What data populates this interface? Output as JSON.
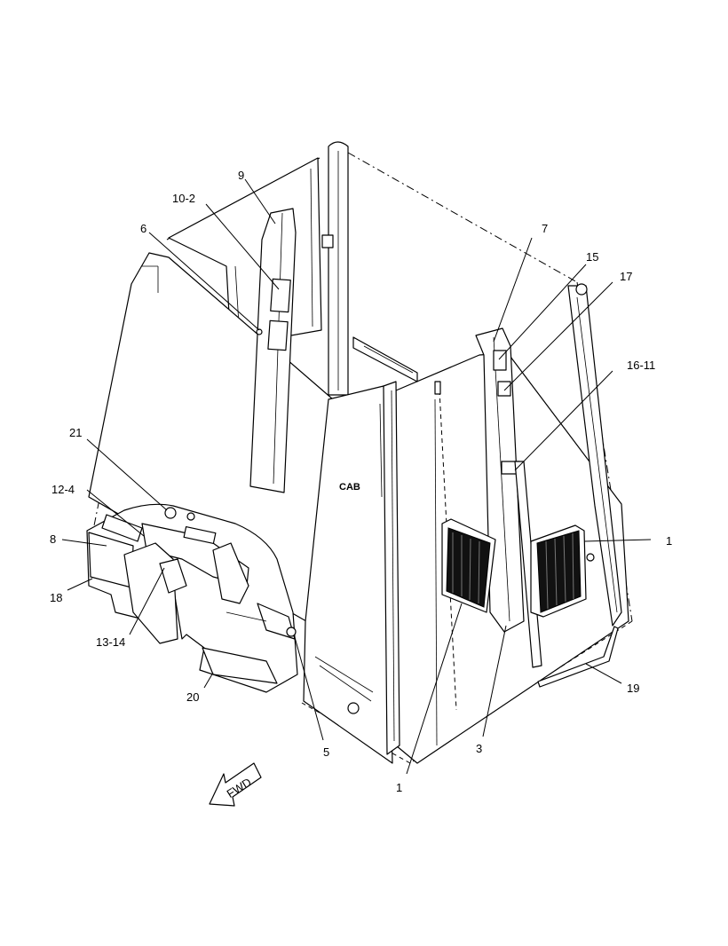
{
  "diagram": {
    "cab_label": "CAB",
    "direction_label": "FWD",
    "callouts": {
      "c9": "9",
      "c10_2": "10-2",
      "c6": "6",
      "c7": "7",
      "c15": "15",
      "c17": "17",
      "c16_11": "16-11",
      "c21": "21",
      "c12_4": "12-4",
      "c8": "8",
      "c18": "18",
      "c13_14": "13-14",
      "c20": "20",
      "c5": "5",
      "c1_right": "1",
      "c1_bottom": "1",
      "c3": "3",
      "c19": "19"
    }
  }
}
